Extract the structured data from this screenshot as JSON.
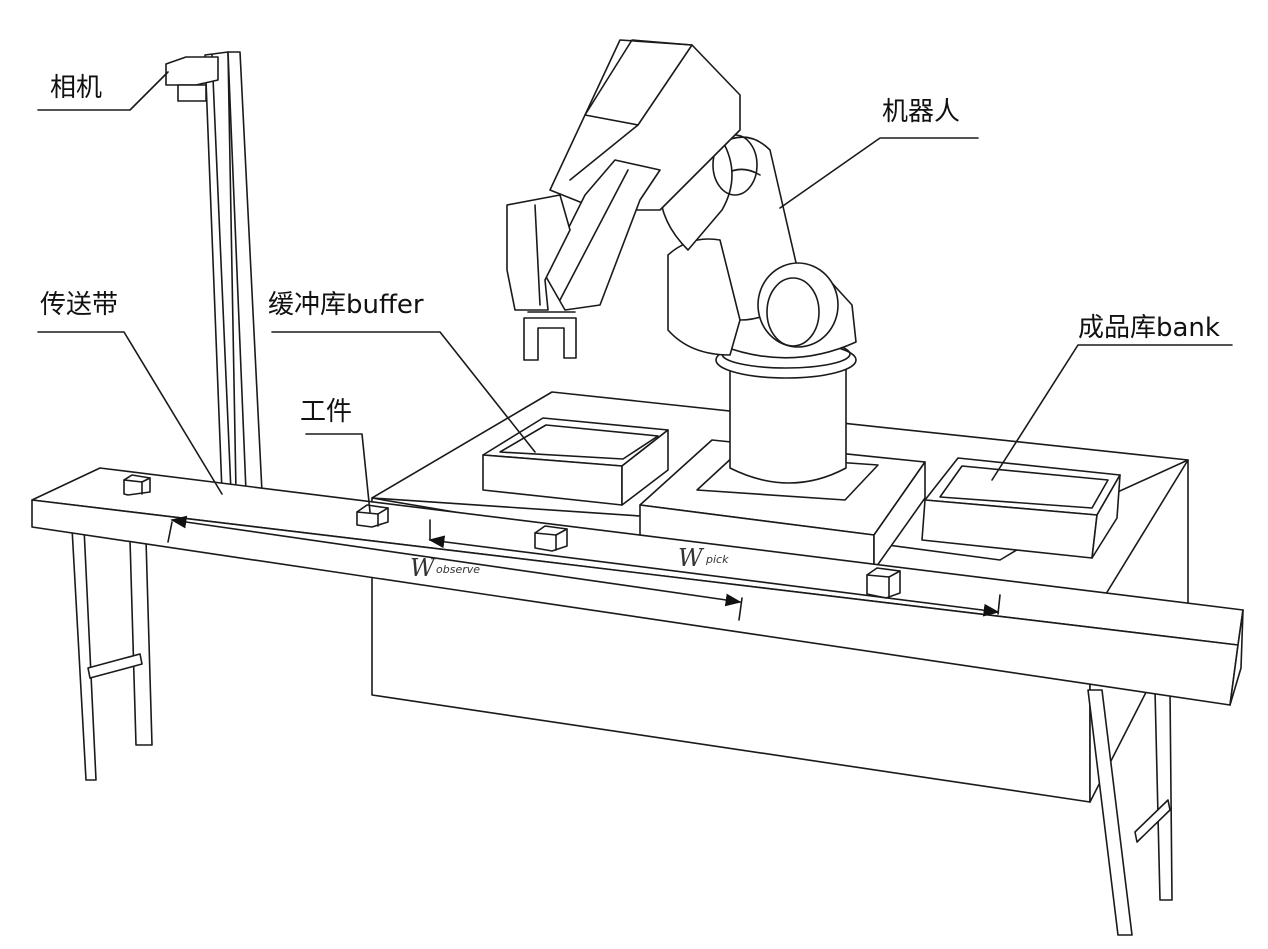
{
  "labels": {
    "camera": "相机",
    "robot": "机器人",
    "conveyor": "传送带",
    "buffer": "缓冲库buffer",
    "workpiece": "工件",
    "bank": "成品库bank"
  },
  "windows": {
    "observe": {
      "symbol": "W",
      "subscript": "observe"
    },
    "pick": {
      "symbol": "W",
      "subscript": "pick"
    }
  }
}
